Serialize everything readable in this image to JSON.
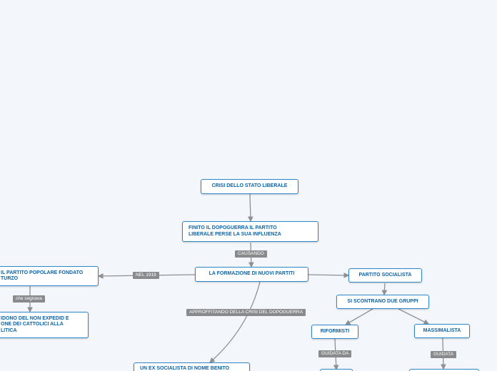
{
  "colors": {
    "background": "#f3f7fb",
    "node_border": "#2f86c8",
    "node_text": "#0c63a8",
    "label_bg": "#888a8c",
    "link": "#8d9095"
  },
  "nodes": {
    "crisi": "CRISI DELLO STATO LIBERALE",
    "finito": "FINITO IL DOPOGUERRA IL PARTITO\nLIBERALE PERSE LA SUA INFLUENZA",
    "formazione": "LA FORMAZIONE DI NUOVI PARTITI",
    "popolare": "IL PARTITO POPOLARE FONDATO\nTURZO",
    "abbandono": "IDONO DEL NON EXPEDID E\nONE DEI CATTOLICI ALLA\nLITICA",
    "socialista": "PARTITO SOCIALISTA",
    "scontrano": "SI SCONTRANO DUE GRUPPI",
    "riformisti": "RIFORMISTI",
    "massimalista": "MASSIMALISTA",
    "mussolini": "UN EX SOCIALISTA DI NOME BENITO"
  },
  "labels": {
    "causando": "CAUSANDO",
    "nel1919": "NEL 1919",
    "segnava": "che segnava",
    "approfittando": "APPROFFITANDO DELLA CRISI DEL DOPOGUERRA",
    "guidata_da": "GUIDATA DA",
    "guidata": "GUIDATA"
  }
}
